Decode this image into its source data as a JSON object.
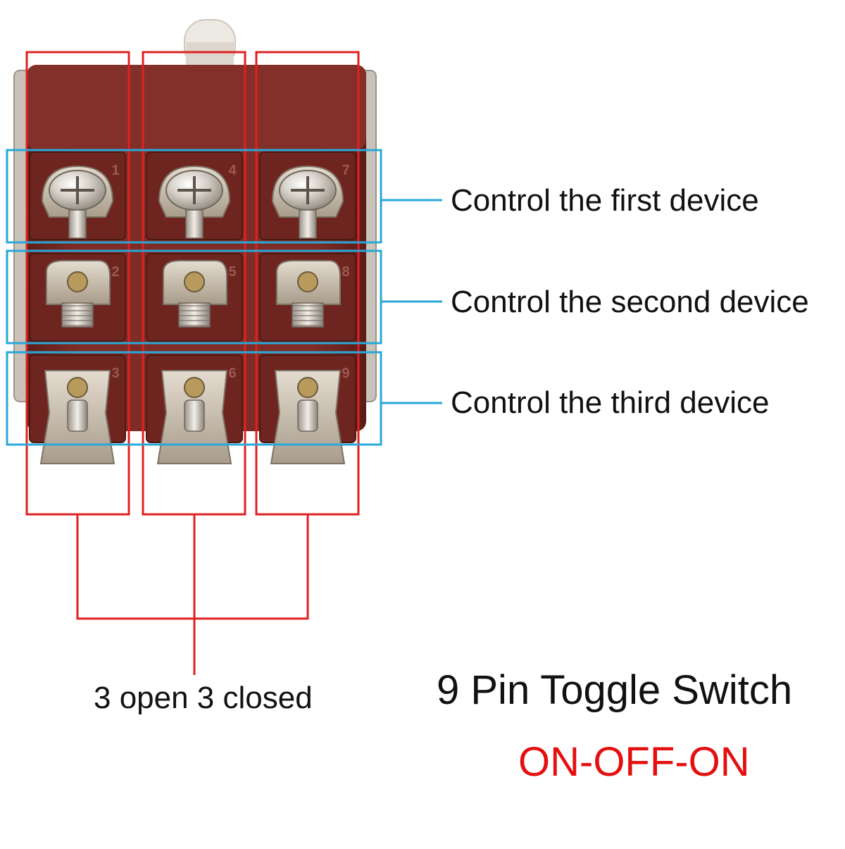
{
  "diagram": {
    "title": "9 Pin Toggle Switch",
    "mode": "ON-OFF-ON",
    "column_group_label": "3 open 3 closed",
    "row_labels": [
      "Control the first device",
      "Control the second device",
      "Control the third device"
    ],
    "pin_numbers": [
      "1",
      "2",
      "3",
      "4",
      "5",
      "6",
      "7",
      "8",
      "9"
    ],
    "colors": {
      "column_box": "#e02020",
      "row_box": "#29a8d8",
      "mode_text": "#e41010",
      "switch_body": "#7a2a24",
      "terminal_metal": "#c9c2b8",
      "text": "#111111"
    },
    "icons": {
      "switch_photo": "toggle-switch-photo",
      "terminal": "screw-terminal-icon"
    }
  }
}
